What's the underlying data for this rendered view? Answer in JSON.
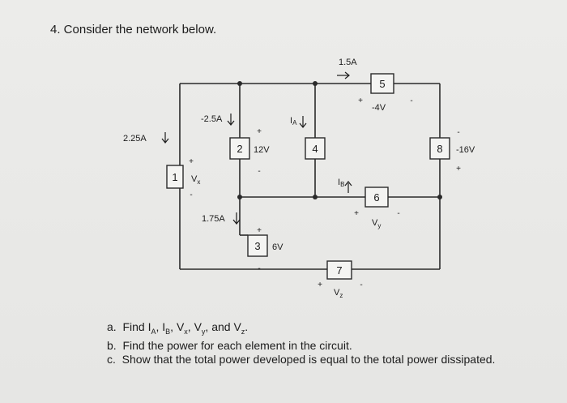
{
  "question": "4. Consider the network below.",
  "circuit": {
    "elements": [
      {
        "id": "1",
        "label": "1"
      },
      {
        "id": "2",
        "label": "2",
        "value": "12V"
      },
      {
        "id": "3",
        "label": "3",
        "value": "6V"
      },
      {
        "id": "4",
        "label": "4"
      },
      {
        "id": "5",
        "label": "5",
        "value": "-4V"
      },
      {
        "id": "6",
        "label": "6",
        "value": "Vy"
      },
      {
        "id": "7",
        "label": "7",
        "value": "Vz"
      },
      {
        "id": "8",
        "label": "8",
        "value": "-16V"
      }
    ],
    "currents": {
      "i1": "2.25A",
      "i2": "-2.5A",
      "i3": "1.75A",
      "i4": "IA",
      "i5": "1.5A",
      "i6": "IB"
    },
    "voltage_labels": {
      "v1": "Vx",
      "v6": "Vy",
      "v7": "Vz"
    }
  },
  "tasks": [
    {
      "prefix": "a.",
      "text": "Find IA, IB, Vx, Vy, and Vz."
    },
    {
      "prefix": "b.",
      "text": "Find the power for each element in the circuit."
    },
    {
      "prefix": "c.",
      "text": "Show that the total power developed is equal to the total power dissipated."
    }
  ],
  "colors": {
    "wire": "#2a2a2a",
    "text": "#1c1c1c"
  }
}
